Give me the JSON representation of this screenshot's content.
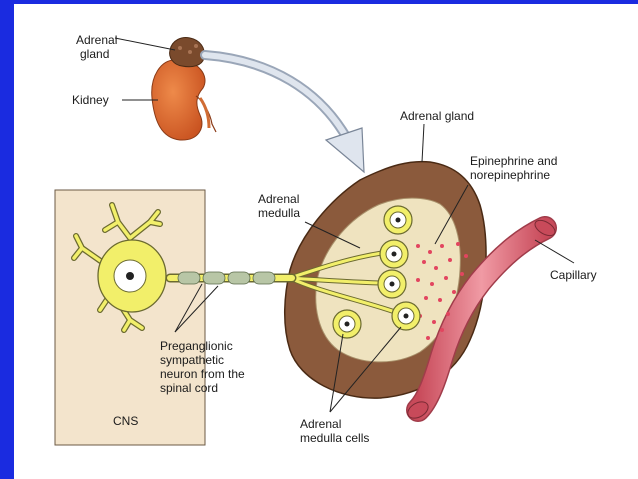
{
  "labels": {
    "adrenal_gland_small_1": "Adrenal",
    "adrenal_gland_small_2": "gland",
    "kidney": "Kidney",
    "adrenal_gland_big": "Adrenal gland",
    "epi_1": "Epinephrine and",
    "epi_2": "norepinephrine",
    "medulla_1": "Adrenal",
    "medulla_2": "medulla",
    "capillary": "Capillary",
    "cns": "CNS",
    "pre_1": "Preganglionic",
    "pre_2": "sympathetic",
    "pre_3": "neuron from the",
    "pre_4": "spinal cord",
    "cells_1": "Adrenal",
    "cells_2": "medulla cells"
  },
  "colors": {
    "background_frame": "#1a2be0",
    "kidney": "#d9632b",
    "adrenal_cortex": "#8b5a3c",
    "adrenal_medulla": "#efe3bf",
    "neuron": "#f2ef6a",
    "capillary": "#e07a86",
    "cns_box": "#f3e4cc",
    "hormone_dots": "#e2455f"
  }
}
